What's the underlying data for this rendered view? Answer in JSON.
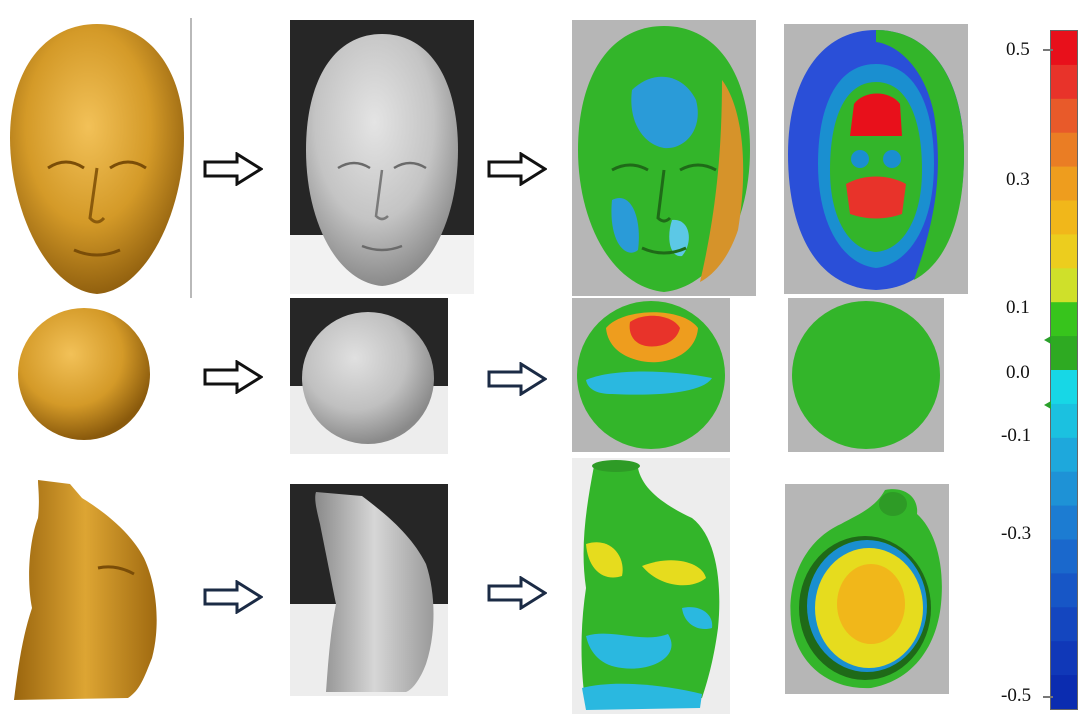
{
  "rows": [
    {
      "name": "face"
    },
    {
      "name": "sphere"
    },
    {
      "name": "torso"
    }
  ],
  "colorbar": {
    "ticks": [
      "0.5",
      "0.3",
      "0.1",
      "0.0",
      "-0.1",
      "-0.3",
      "-0.5"
    ],
    "bands": [
      "#e8101b",
      "#e8332a",
      "#e85a2a",
      "#ea7d24",
      "#ee9d1e",
      "#f1b71a",
      "#eccd1e",
      "#cfe02a",
      "#37c41c",
      "#2eaa22",
      "#17d7e6",
      "#1bc1e0",
      "#1ea8dc",
      "#1e92d6",
      "#1c7cd2",
      "#1a68cc",
      "#1756c6",
      "#1446bf",
      "#1038b8",
      "#0b2cb0"
    ]
  },
  "colors": {
    "model_gold": "#c8901e",
    "print_gray": "#cbcbcb",
    "panel_bg": "#b6b6b6",
    "green": "#33b52a"
  }
}
